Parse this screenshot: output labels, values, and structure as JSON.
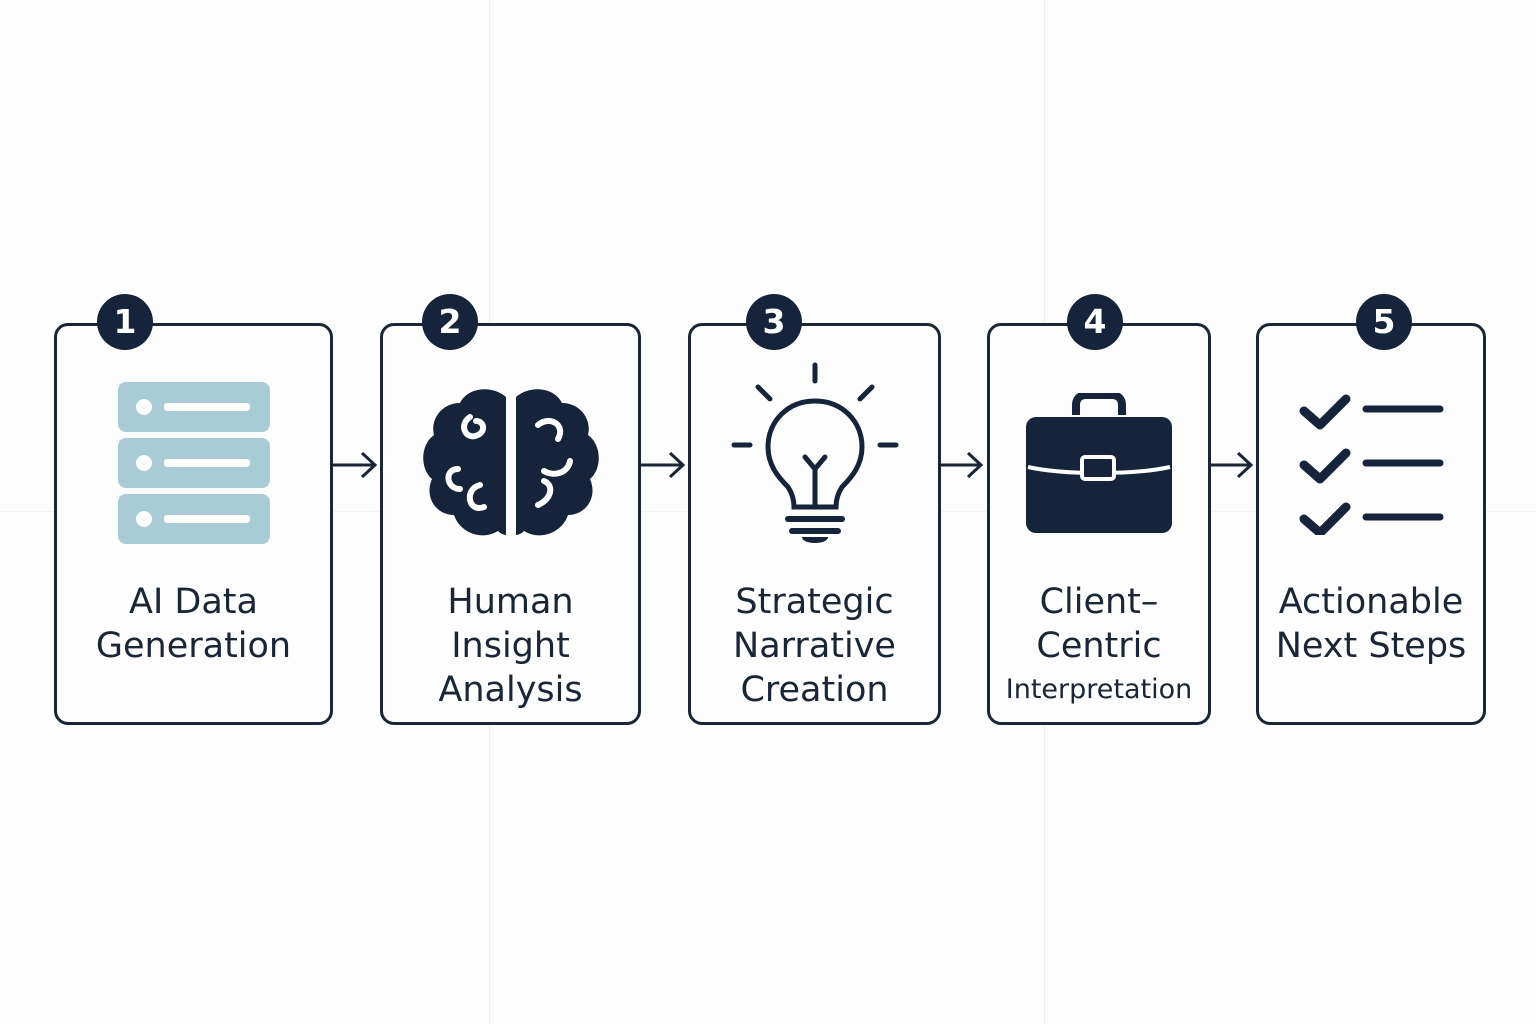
{
  "steps": [
    {
      "number": "1",
      "label_lines": [
        "AI Data",
        "Generation"
      ]
    },
    {
      "number": "2",
      "label_lines": [
        "Human",
        "Insight",
        "Analysis"
      ]
    },
    {
      "number": "3",
      "label_lines": [
        "Strategic",
        "Narrative",
        "Creation"
      ]
    },
    {
      "number": "4",
      "label_lines": [
        "Client–",
        "Centric",
        "Interpretation"
      ]
    },
    {
      "number": "5",
      "label_lines": [
        "Actionable",
        "Next Steps"
      ]
    }
  ],
  "icons": [
    "database-icon",
    "brain-icon",
    "lightbulb-icon",
    "briefcase-icon",
    "checklist-icon"
  ],
  "colors": {
    "outline": "#1a2536",
    "badge": "#15243a",
    "database_accent": "#a9cbd6",
    "background": "#fdfdfd"
  }
}
